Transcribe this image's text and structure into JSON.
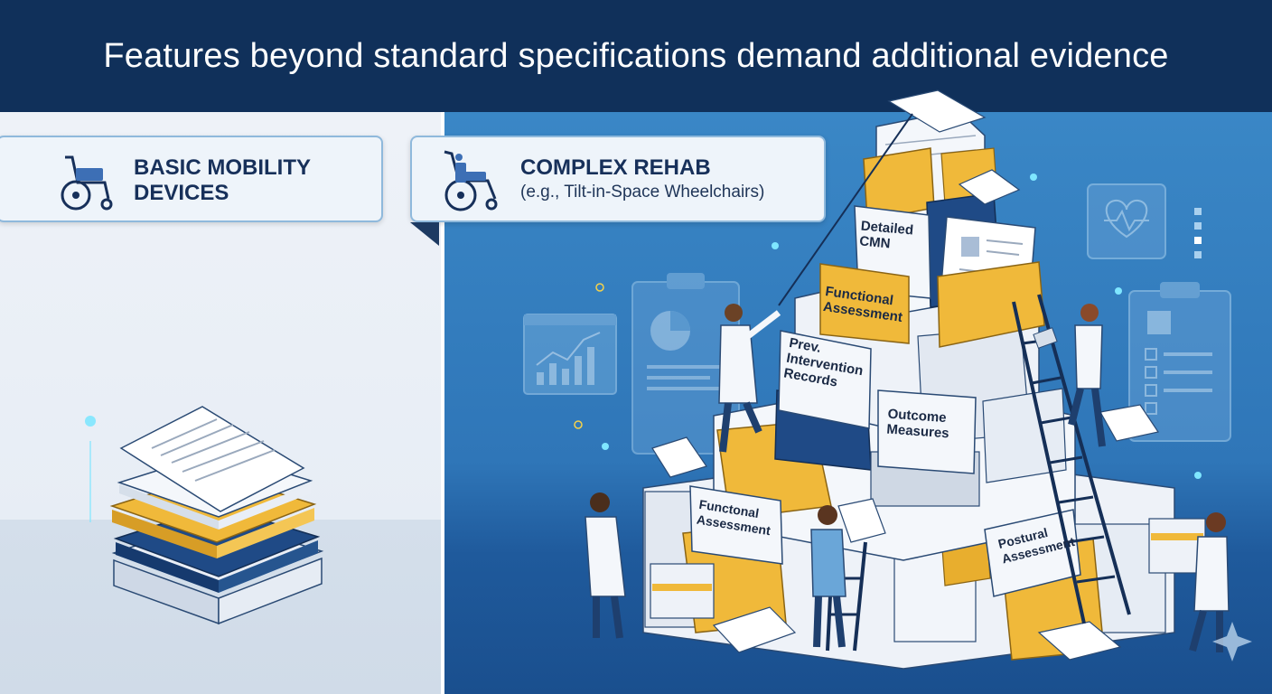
{
  "header": {
    "title": "Features beyond standard specifications demand additional evidence"
  },
  "basic": {
    "title_line1": "BASIC MOBILITY",
    "title_line2": "DEVICES",
    "icon": "wheelchair-icon"
  },
  "complex": {
    "title": "COMPLEX REHAB",
    "subtitle": "(e.g., Tilt-in-Space Wheelchairs)",
    "icon": "tilt-wheelchair-icon"
  },
  "documents": {
    "detailed_cmn": [
      "Detailed",
      "CMN"
    ],
    "functional_top": [
      "Functional",
      "Assessment"
    ],
    "prev_intervention": [
      "Prev.",
      "Intervention",
      "Records"
    ],
    "outcome": [
      "Outcome",
      "Measures"
    ],
    "functonal_bottom": [
      "Functonal",
      "Assessment"
    ],
    "postural": [
      "Postural",
      "Assessment"
    ]
  },
  "colors": {
    "header_bg": "#10305a",
    "accent_blue": "#2f76b8",
    "folder_yellow": "#f0b93a",
    "navy": "#17305a"
  }
}
